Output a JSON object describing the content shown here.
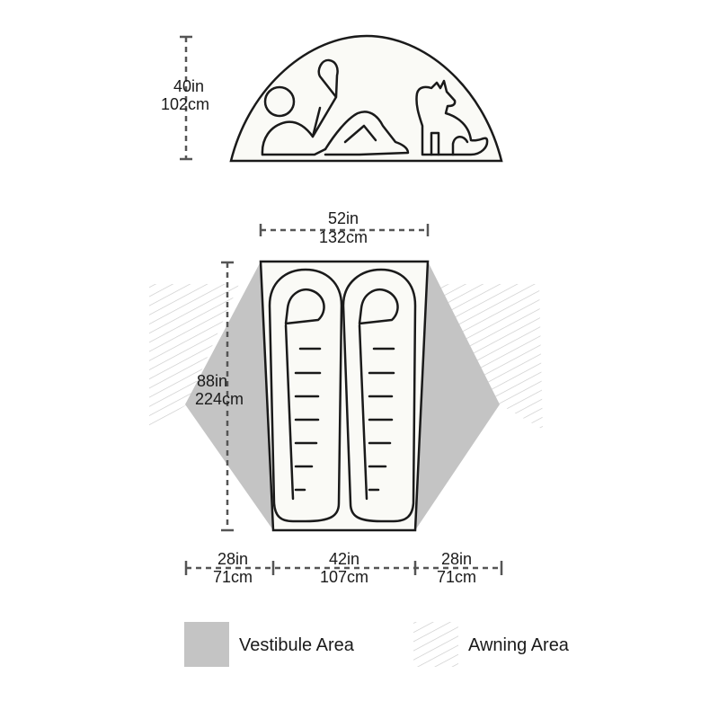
{
  "dimensions": {
    "height": {
      "imperial": "40in",
      "metric": "102cm"
    },
    "top_width": {
      "imperial": "52in",
      "metric": "132cm"
    },
    "length": {
      "imperial": "88in",
      "metric": "224cm"
    },
    "left_vestibule": {
      "imperial": "28in",
      "metric": "71cm"
    },
    "floor_width": {
      "imperial": "42in",
      "metric": "107cm"
    },
    "right_vestibule": {
      "imperial": "28in",
      "metric": "71cm"
    }
  },
  "legend": {
    "vestibule_label": "Vestibule Area",
    "awning_label": "Awning Area"
  },
  "colors": {
    "vestibule": "#c4c4c4",
    "awning_hatch": "#c9c9c9",
    "outline": "#1a1a1a",
    "dimension_line": "#555555",
    "tent_fill": "#fafaf6"
  }
}
